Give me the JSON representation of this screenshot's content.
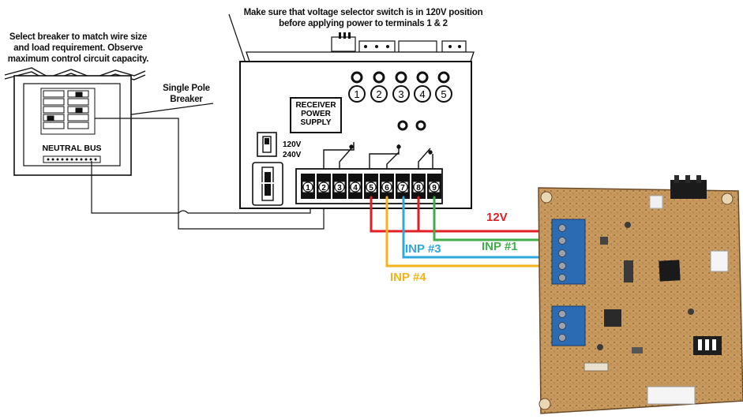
{
  "notes": {
    "top": "Make sure that voltage selector switch is in 120V position before applying power to terminals 1 & 2",
    "breaker_select": "Select breaker to match wire size and load requirement. Observe maximum control circuit capacity.",
    "single_pole": "Single Pole Breaker"
  },
  "panel": {
    "neutral_bus": "NEUTRAL BUS"
  },
  "receiver": {
    "label": "RECEIVER POWER SUPPLY",
    "voltage_120": "120V",
    "voltage_240": "240V",
    "top_terminals": [
      "1",
      "2",
      "3",
      "4",
      "5"
    ],
    "terminals": [
      "1",
      "2",
      "3",
      "4",
      "5",
      "6",
      "7",
      "8",
      "9"
    ]
  },
  "wires": [
    {
      "label": "12V",
      "color": "#e31e24"
    },
    {
      "label": "INP #1",
      "color": "#3fae49"
    },
    {
      "label": "INP #3",
      "color": "#2fa8dc"
    },
    {
      "label": "INP #4",
      "color": "#f4b21b"
    }
  ]
}
